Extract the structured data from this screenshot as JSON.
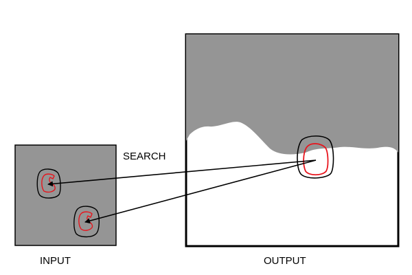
{
  "labels": {
    "input": "INPUT",
    "output": "OUTPUT",
    "search": "SEARCH"
  },
  "colors": {
    "region_fill": "#959595",
    "output_background": "#ffffff",
    "frame_stroke": "#000000",
    "patch_outline": "#000000",
    "patch_core": "#e8141c",
    "arrow": "#000000"
  }
}
